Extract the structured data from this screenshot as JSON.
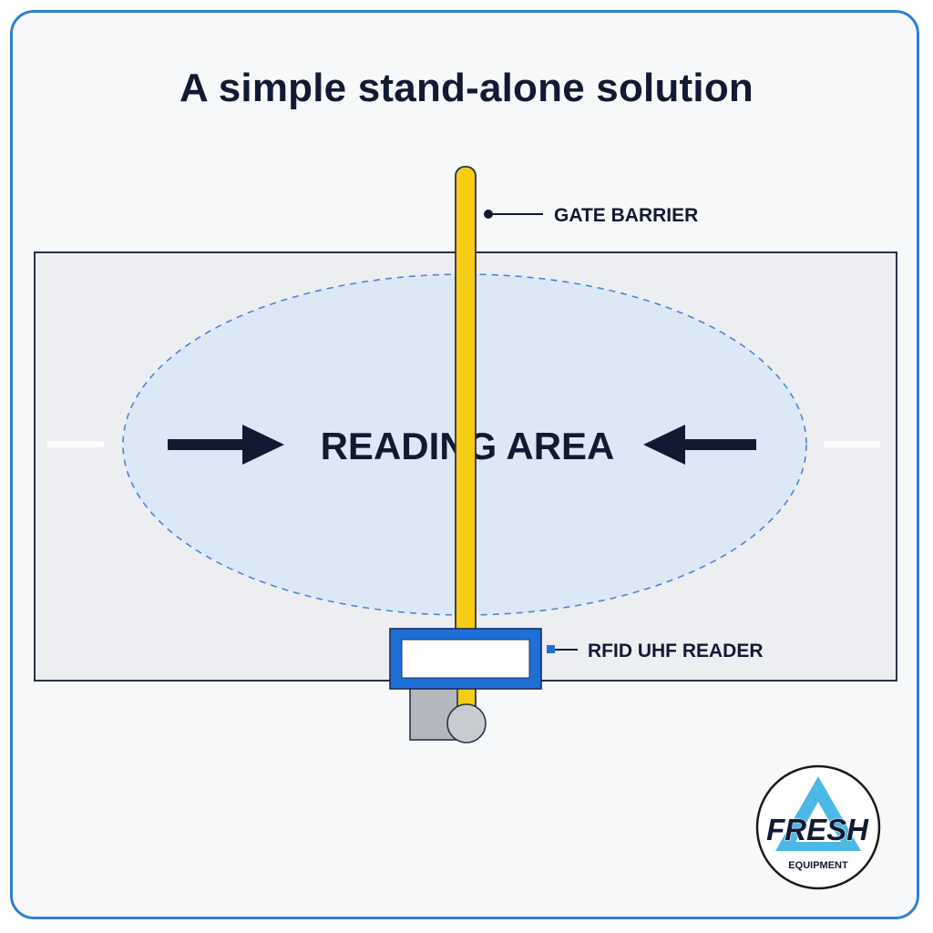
{
  "title": "A simple stand-alone solution",
  "labels": {
    "reading_area": "READING AREA",
    "gate_barrier": "GATE BARRIER",
    "reader": "RFID UHF READER"
  },
  "logo": {
    "word": "FRESH",
    "sub": "EQUIPMENT"
  },
  "colors": {
    "frame": "#2f7fd4",
    "barrier": "#f6cd14",
    "reader": "#1f6fd6",
    "text": "#121a33",
    "zone_fill": "#dfe9f6",
    "zone_dash": "#4a86d6",
    "logo_triangle": "#4cb8e6"
  }
}
